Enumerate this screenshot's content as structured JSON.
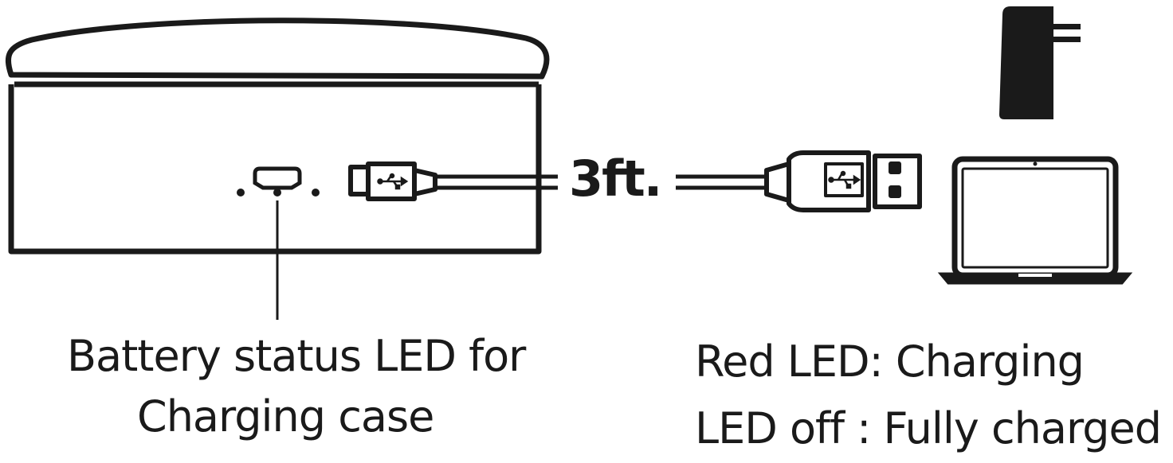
{
  "cable": {
    "length": "3ft."
  },
  "led_callout": {
    "line1": "Battery status LED for",
    "line2": "Charging case"
  },
  "status": {
    "red": "Red LED: Charging",
    "off": "LED off : Fully charged"
  },
  "icons": {
    "case": "charging-case",
    "port": "micro-usb-port",
    "micro_plug": "micro-usb-plug-icon",
    "usb_plug": "usb-a-plug-icon",
    "usb_symbol": "usb-symbol-icon",
    "adapter": "wall-adapter-icon",
    "laptop": "laptop-icon"
  },
  "colors": {
    "stroke": "#1a1a1a",
    "background": "#ffffff"
  }
}
